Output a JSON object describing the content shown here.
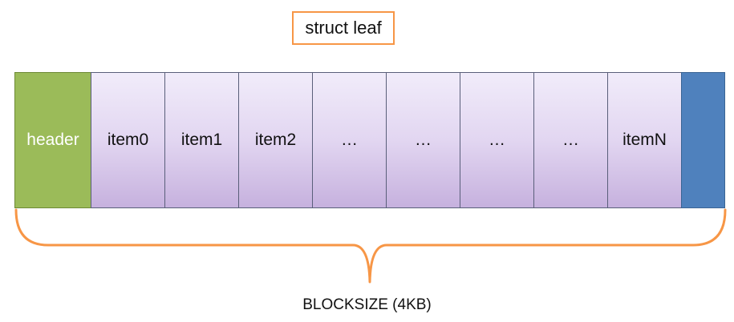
{
  "title": "struct leaf",
  "header_label": "header",
  "items": [
    "item0",
    "item1",
    "item2",
    "…",
    "…",
    "…",
    "…",
    "itemN"
  ],
  "size_label": "BLOCKSIZE (4KB)",
  "colors": {
    "header": "#9bbb59",
    "item_top": "#f1ecfa",
    "item_bottom": "#c6b1de",
    "tail": "#4f81bd",
    "accent": "#f79646"
  }
}
